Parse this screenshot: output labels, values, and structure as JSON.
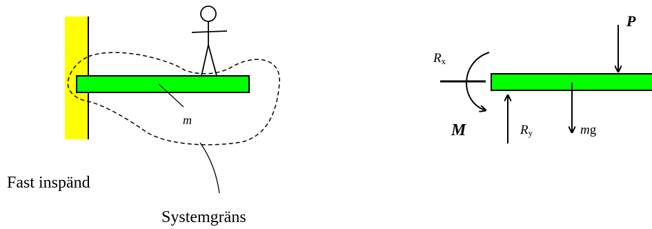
{
  "colors": {
    "wall": "#ffff00",
    "beam": "#00ff00",
    "ink": "#000000",
    "background": "#ffffff"
  },
  "left_diagram": {
    "mass_label": "m",
    "support_label": "Fast inspänd",
    "boundary_label": "Systemgräns"
  },
  "right_diagram": {
    "force_p": "P",
    "reaction_x_main": "R",
    "reaction_x_sub": "x",
    "reaction_y_main": "R",
    "reaction_y_sub": "y",
    "moment_label": "M",
    "weight_main": "m",
    "weight_sub": "g"
  }
}
